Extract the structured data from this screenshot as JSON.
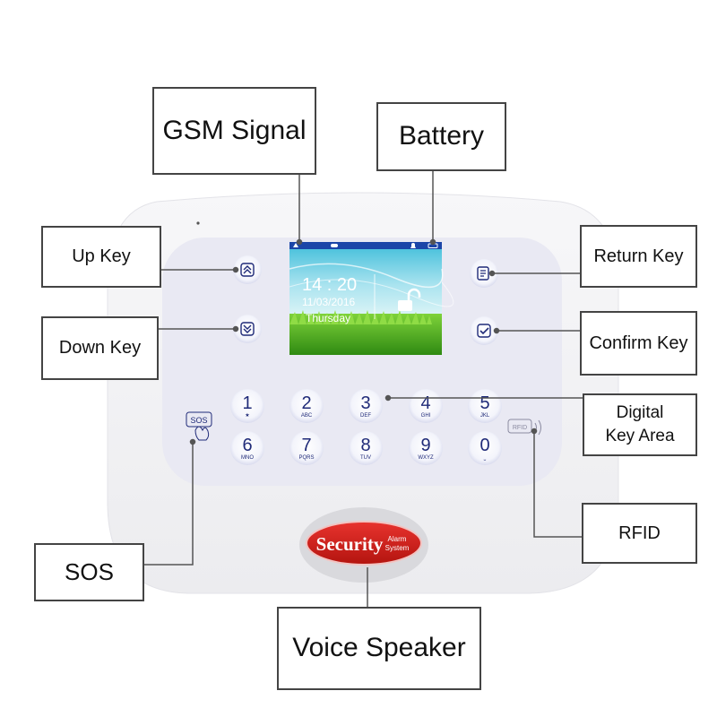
{
  "labels": {
    "gsm_signal": "GSM Signal",
    "battery": "Battery",
    "up_key": "Up Key",
    "down_key": "Down Key",
    "return_key": "Return Key",
    "confirm_key": "Confirm Key",
    "digital_key_area": "Digital Key Area",
    "rfid": "RFID",
    "sos": "SOS",
    "voice_speaker": "Voice Speaker"
  },
  "screen": {
    "time": "14 : 20",
    "date": "11/03/2016",
    "day": "Thursday"
  },
  "keypad": [
    {
      "digit": "1",
      "letters": "★"
    },
    {
      "digit": "2",
      "letters": "ABC"
    },
    {
      "digit": "3",
      "letters": "DEF"
    },
    {
      "digit": "4",
      "letters": "GHI"
    },
    {
      "digit": "5",
      "letters": "JKL"
    },
    {
      "digit": "6",
      "letters": "MNO"
    },
    {
      "digit": "7",
      "letters": "PQRS"
    },
    {
      "digit": "8",
      "letters": "TUV"
    },
    {
      "digit": "9",
      "letters": "WXYZ"
    },
    {
      "digit": "0",
      "letters": "⎵"
    }
  ],
  "rfid_tag": "RFID",
  "sos_tag": "SOS",
  "speaker_badge": {
    "main": "Security",
    "sub_line1": "Alarm",
    "sub_line2": "System"
  },
  "colors": {
    "panel": "#e9e9f3",
    "key_digit": "#1f2a78",
    "screen_bar": "#1b45a8",
    "badge_red": "#cc1f1f",
    "line": "#555555"
  }
}
